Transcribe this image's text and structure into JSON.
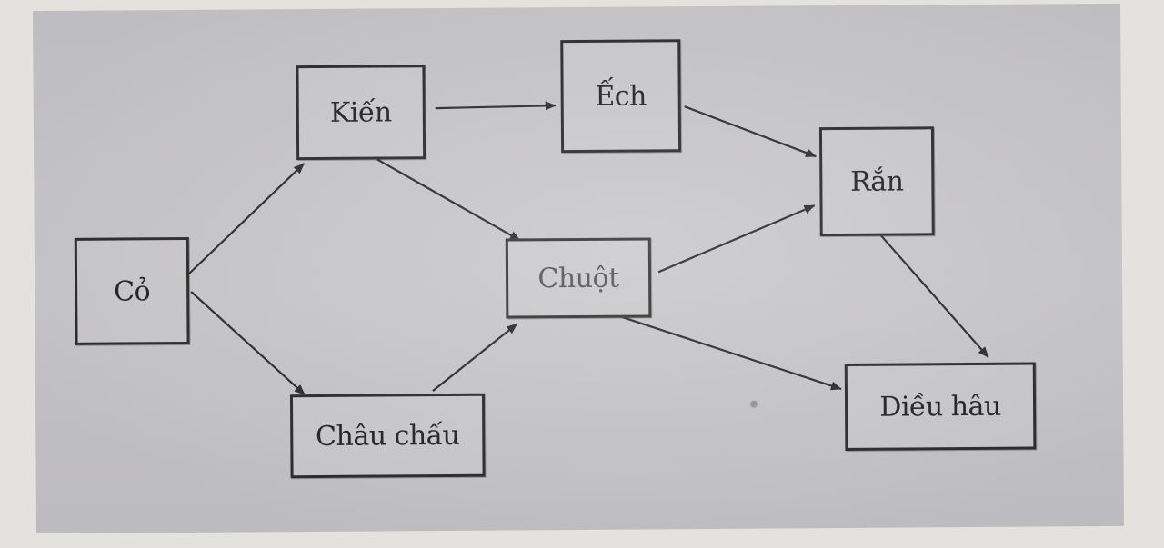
{
  "diagram": {
    "nodes": {
      "co": "Cỏ",
      "kien": "Kiến",
      "ech": "Ếch",
      "ran": "Rắn",
      "chuot": "Chuột",
      "chau_chau": "Châu chấu",
      "dieu_hau": "Diều hâu"
    },
    "edges": [
      {
        "from": "co",
        "to": "kien"
      },
      {
        "from": "co",
        "to": "chau_chau"
      },
      {
        "from": "kien",
        "to": "ech"
      },
      {
        "from": "kien",
        "to": "chuot"
      },
      {
        "from": "chau_chau",
        "to": "chuot"
      },
      {
        "from": "ech",
        "to": "ran"
      },
      {
        "from": "chuot",
        "to": "ran"
      },
      {
        "from": "chuot",
        "to": "dieu_hau"
      },
      {
        "from": "ran",
        "to": "dieu_hau"
      }
    ],
    "colors": {
      "box_border": "#2a2a2a",
      "arrow": "#2b2b2b",
      "background": "#c7c6c8"
    }
  }
}
